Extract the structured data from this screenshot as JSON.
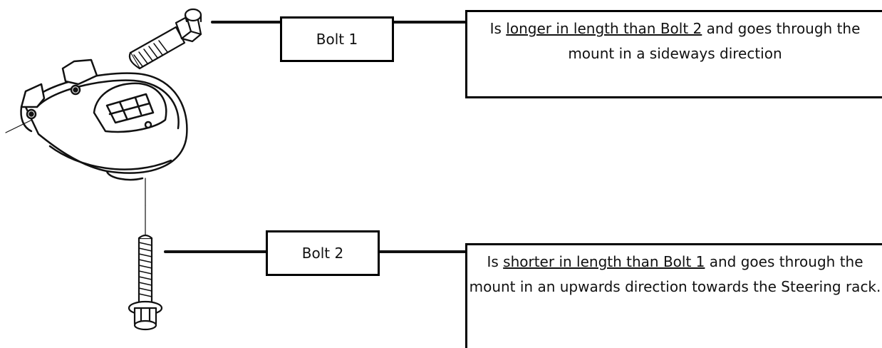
{
  "callouts": {
    "bolt1": {
      "label": "Bolt 1",
      "note_prefix": "Is ",
      "note_underlined": "longer in length than Bolt 2",
      "note_suffix": " and goes through the mount in a sideways direction"
    },
    "bolt2": {
      "label": "Bolt 2",
      "note_prefix": "Is ",
      "note_underlined": "shorter in length than Bolt 1",
      "note_suffix": " and goes through the mount in an upwards direction towards the Steering rack."
    }
  },
  "illustration": {
    "icons": [
      "bolt-1-icon",
      "engine-mount-icon",
      "bolt-2-icon"
    ]
  }
}
